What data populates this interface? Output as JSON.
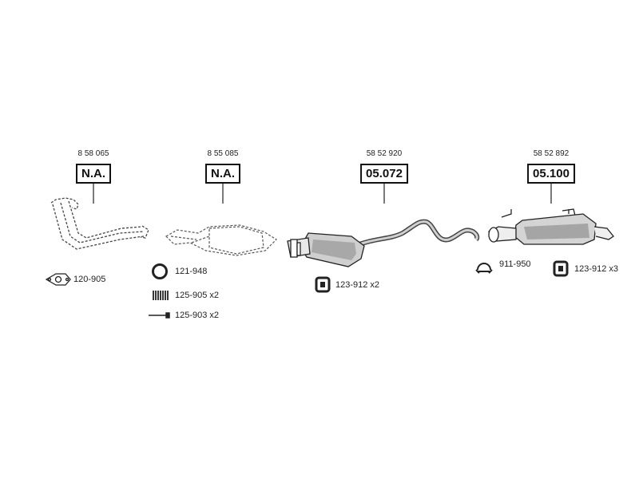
{
  "colors": {
    "ink": "#222222",
    "part_fill": "#cfcfcf",
    "part_dark": "#555555"
  },
  "assemblies": [
    {
      "part_number": "8 58 065",
      "code": "N.A."
    },
    {
      "part_number": "8 55 085",
      "code": "N.A."
    },
    {
      "part_number": "58 52 920",
      "code": "05.072"
    },
    {
      "part_number": "58 52 892",
      "code": "05.100"
    }
  ],
  "accessories": [
    {
      "label": "120-905",
      "icon": "gasket-icon"
    },
    {
      "label": "121-948",
      "icon": "ring-icon"
    },
    {
      "label": "125-905 x2",
      "icon": "spring-icon"
    },
    {
      "label": "125-903 x2",
      "icon": "bolt-icon"
    },
    {
      "label": "123-912 x2",
      "icon": "rubber-hanger-icon"
    },
    {
      "label": "911-950",
      "icon": "clamp-icon"
    },
    {
      "label": "123-912 x3",
      "icon": "rubber-hanger-icon"
    }
  ]
}
